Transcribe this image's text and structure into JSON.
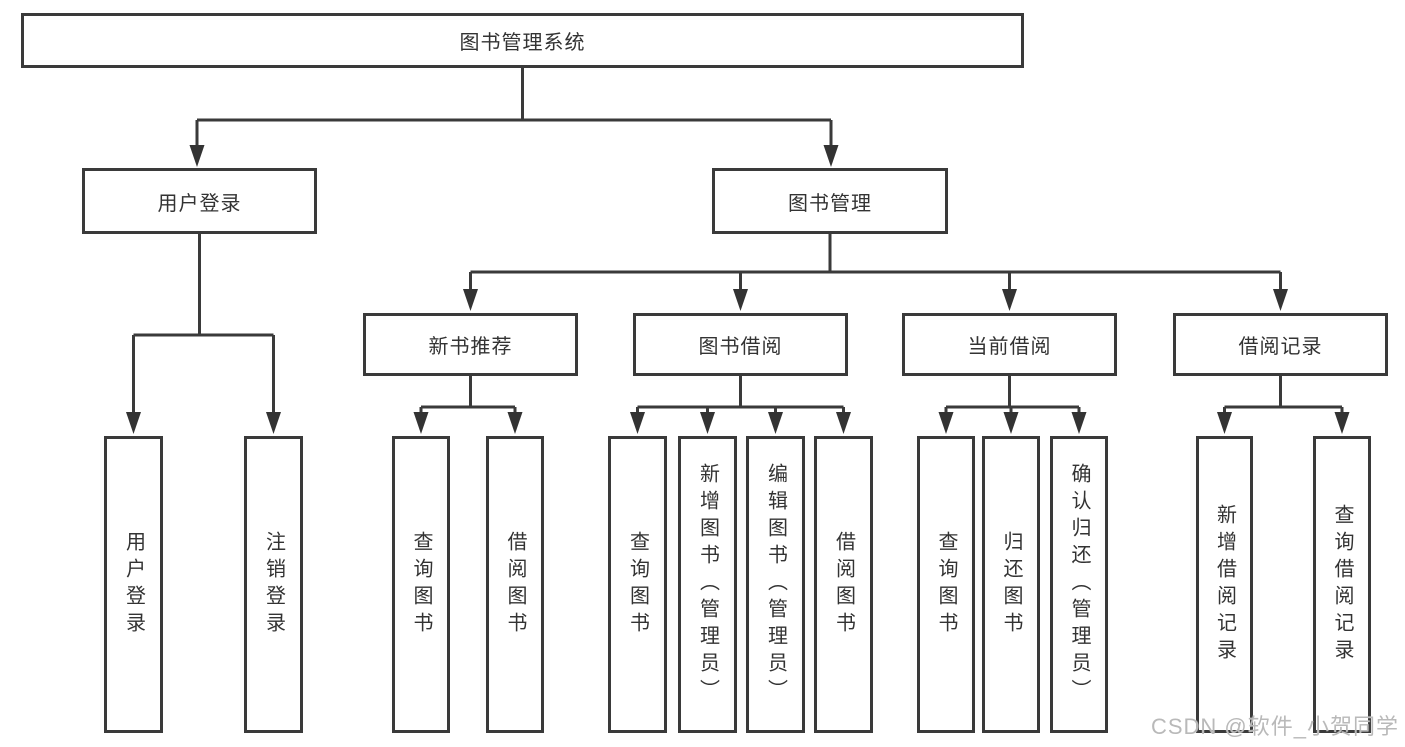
{
  "diagram": {
    "root": {
      "label": "图书管理系统",
      "children": [
        {
          "label": "用户登录",
          "children": [
            {
              "label": "用户登录"
            },
            {
              "label": "注销登录"
            }
          ]
        },
        {
          "label": "图书管理",
          "children": [
            {
              "label": "新书推荐",
              "children": [
                {
                  "label": "查询图书"
                },
                {
                  "label": "借阅图书"
                }
              ]
            },
            {
              "label": "图书借阅",
              "children": [
                {
                  "label": "查询图书"
                },
                {
                  "label": "新增图书（管理员）"
                },
                {
                  "label": "编辑图书（管理员）"
                },
                {
                  "label": "借阅图书"
                }
              ]
            },
            {
              "label": "当前借阅",
              "children": [
                {
                  "label": "查询图书"
                },
                {
                  "label": "归还图书"
                },
                {
                  "label": "确认归还（管理员）"
                }
              ]
            },
            {
              "label": "借阅记录",
              "children": [
                {
                  "label": "新增借阅记录"
                },
                {
                  "label": "查询借阅记录"
                }
              ]
            }
          ]
        }
      ]
    },
    "colors": {
      "line": "#3a3a3a",
      "text": "#333333",
      "watermark": "#b9b9b9"
    }
  },
  "watermark": {
    "text": "CSDN @软件_小贺同学"
  }
}
